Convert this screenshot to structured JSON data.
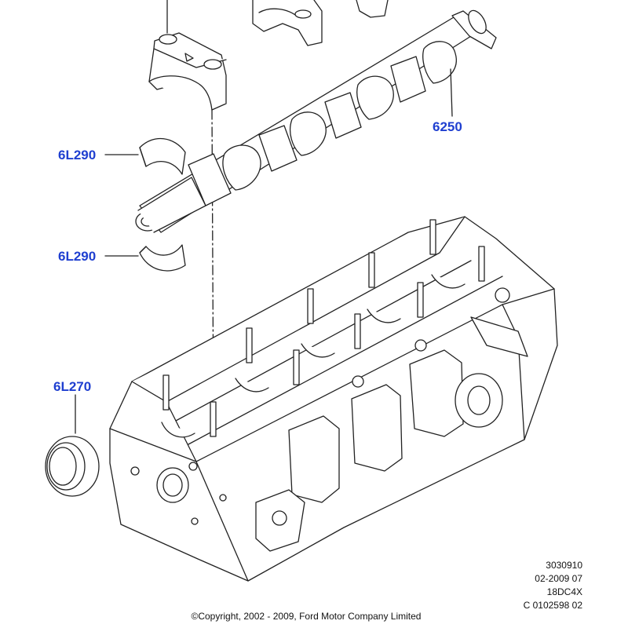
{
  "callouts": [
    {
      "id": "camshaft",
      "label": "6250"
    },
    {
      "id": "bearing-upper",
      "label": "6L290"
    },
    {
      "id": "bearing-lower",
      "label": "6L290"
    },
    {
      "id": "oil-seal",
      "label": "6L270"
    }
  ],
  "meta_codes": [
    "3030910",
    "02-2009 07",
    "18DC4X",
    "C 0102598 02"
  ],
  "copyright": "©Copyright, 2002 - 2009, Ford Motor Company Limited",
  "colors": {
    "callout_text": "#1f3fd0",
    "line_art": "#222222"
  }
}
